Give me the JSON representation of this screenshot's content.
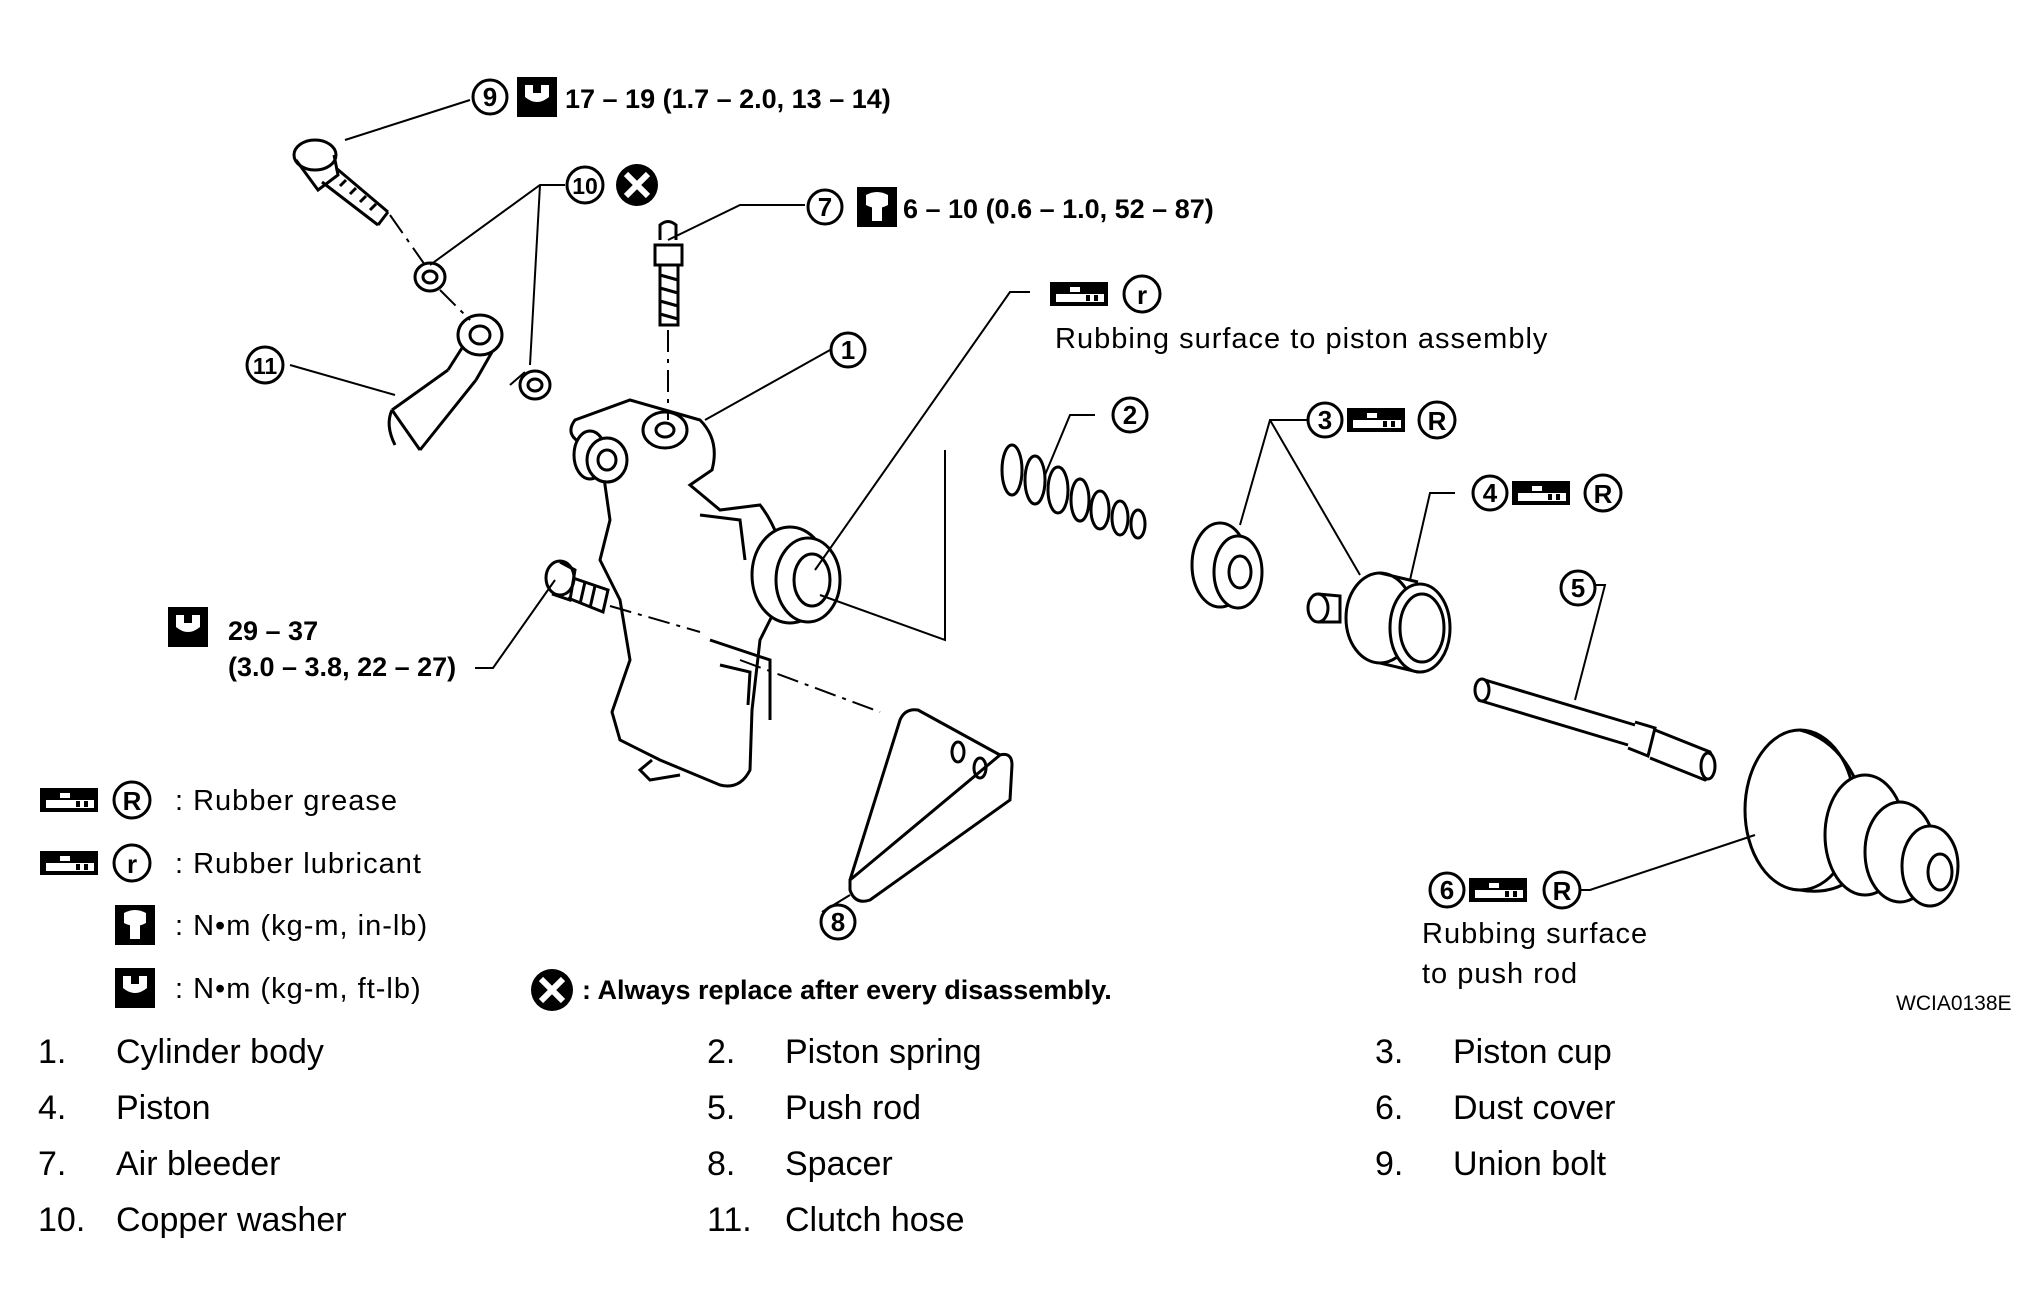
{
  "code": "WCIA0138E",
  "callouts": {
    "c1": "1",
    "c2": "2",
    "c3": "3",
    "c4": "4",
    "c5": "5",
    "c6": "6",
    "c7": "7",
    "c8": "8",
    "c9": "9",
    "c10": "10",
    "c11": "11"
  },
  "torque": {
    "t9": "17 – 19 (1.7 – 2.0, 13 – 14)",
    "t7": "6 – 10 (0.6 – 1.0, 52 – 87)",
    "bolt_line1": "29 – 37",
    "bolt_line2": "(3.0 – 3.8, 22 – 27)"
  },
  "notes": {
    "piston_assembly": "Rubbing surface to piston assembly",
    "push_rod_line1": "Rubbing surface",
    "push_rod_line2": "to push rod"
  },
  "legend": {
    "rubber_grease": ": Rubber grease",
    "rubber_lubricant": ": Rubber lubricant",
    "nm_in_lb": ": N•m (kg-m, in-lb)",
    "nm_ft_lb": ": N•m (kg-m, ft-lb)",
    "replace": ": Always replace after every disassembly."
  },
  "icon_letters": {
    "grease": "R",
    "lubricant": "r"
  },
  "parts": [
    {
      "num": "1.",
      "name": "Cylinder body"
    },
    {
      "num": "2.",
      "name": "Piston spring"
    },
    {
      "num": "3.",
      "name": "Piston cup"
    },
    {
      "num": "4.",
      "name": "Piston"
    },
    {
      "num": "5.",
      "name": "Push rod"
    },
    {
      "num": "6.",
      "name": "Dust cover"
    },
    {
      "num": "7.",
      "name": "Air bleeder"
    },
    {
      "num": "8.",
      "name": "Spacer"
    },
    {
      "num": "9.",
      "name": "Union bolt"
    },
    {
      "num": "10.",
      "name": "Copper washer"
    },
    {
      "num": "11.",
      "name": "Clutch hose"
    }
  ]
}
